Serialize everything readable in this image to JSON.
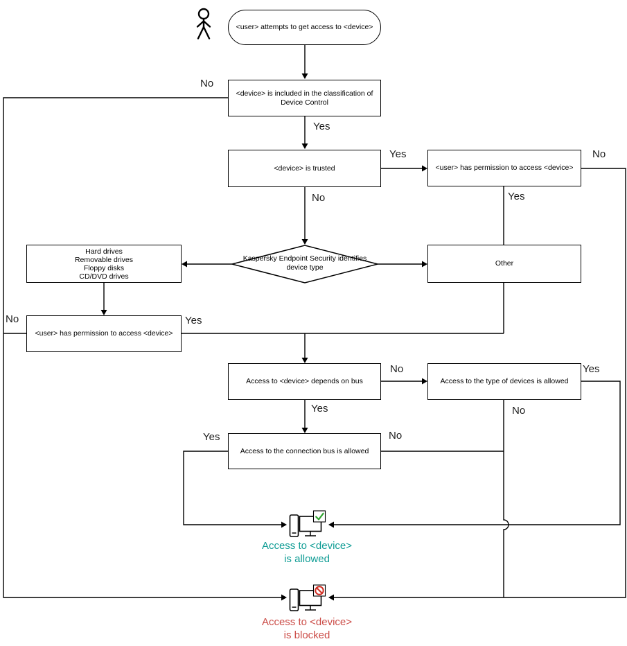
{
  "colors": {
    "line": "#000000",
    "allowed_text": "#0e9c94",
    "blocked_text": "#cb4b46",
    "check_green": "#2fa32f",
    "prohibit_red": "#d02c21"
  },
  "nodes": {
    "start": {
      "label": "<user> attempts to get access to <device>"
    },
    "classification": {
      "line1": "<device> is included in the classification of",
      "line2": "Device Control"
    },
    "trusted": {
      "label": "<device> is trusted"
    },
    "perm_right": {
      "label": "<user> has permission to access <device>"
    },
    "identify": {
      "line1": "Kaspersky Endpoint Security identifies",
      "line2": "device type"
    },
    "device_types": {
      "lines": [
        "Hard drives",
        "Removable drives",
        "Floppy disks",
        "CD/DVD drives"
      ]
    },
    "other": {
      "label": "Other"
    },
    "perm_left": {
      "label": "<user> has permission to access <device>"
    },
    "depends_on_bus": {
      "label": "Access to <device> depends on bus"
    },
    "type_allowed": {
      "label": "Access to the type of devices is allowed"
    },
    "bus_allowed": {
      "label": "Access to the connection bus is allowed"
    },
    "allowed": {
      "line1": "Access to <device>",
      "line2": "is allowed"
    },
    "blocked": {
      "line1": "Access to <device>",
      "line2": "is blocked"
    }
  },
  "edge_labels": {
    "classification_no": "No",
    "classification_yes": "Yes",
    "trusted_yes": "Yes",
    "trusted_no": "No",
    "perm_right_no": "No",
    "perm_right_yes": "Yes",
    "perm_left_yes": "Yes",
    "perm_left_no": "No",
    "depends_no": "No",
    "depends_yes": "Yes",
    "type_yes": "Yes",
    "type_no": "No",
    "bus_yes": "Yes",
    "bus_no": "No"
  }
}
